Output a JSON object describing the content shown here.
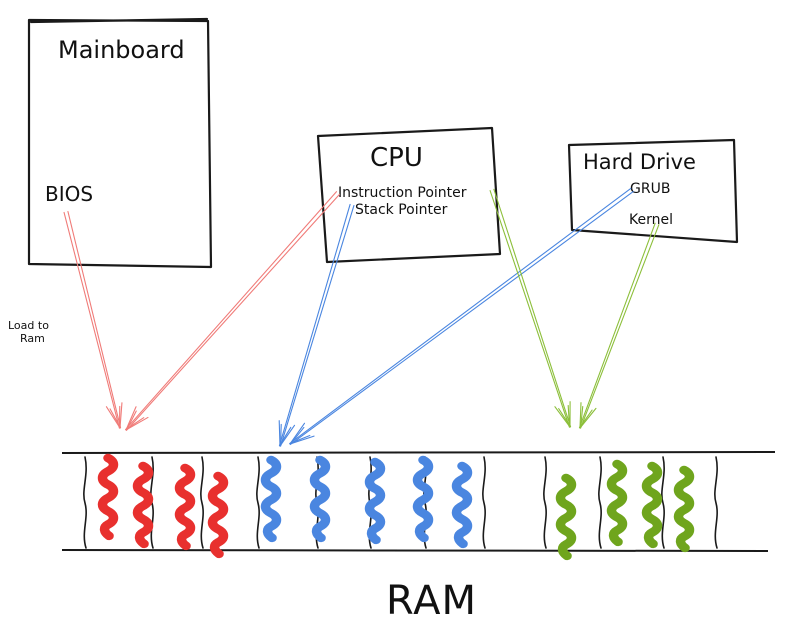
{
  "mainboard": {
    "title": "Mainboard",
    "bios": "BIOS"
  },
  "cpu": {
    "title": "CPU",
    "instruction_pointer": "Instruction Pointer",
    "stack_pointer": "Stack Pointer"
  },
  "hard_drive": {
    "title": "Hard Drive",
    "grub": "GRUB",
    "kernel": "Kernel"
  },
  "annotation": {
    "line1": "Load to",
    "line2": "Ram"
  },
  "ram": {
    "title": "RAM"
  },
  "colors": {
    "red": "#e8302e",
    "blue": "#4a86e0",
    "green": "#6fa51d"
  }
}
